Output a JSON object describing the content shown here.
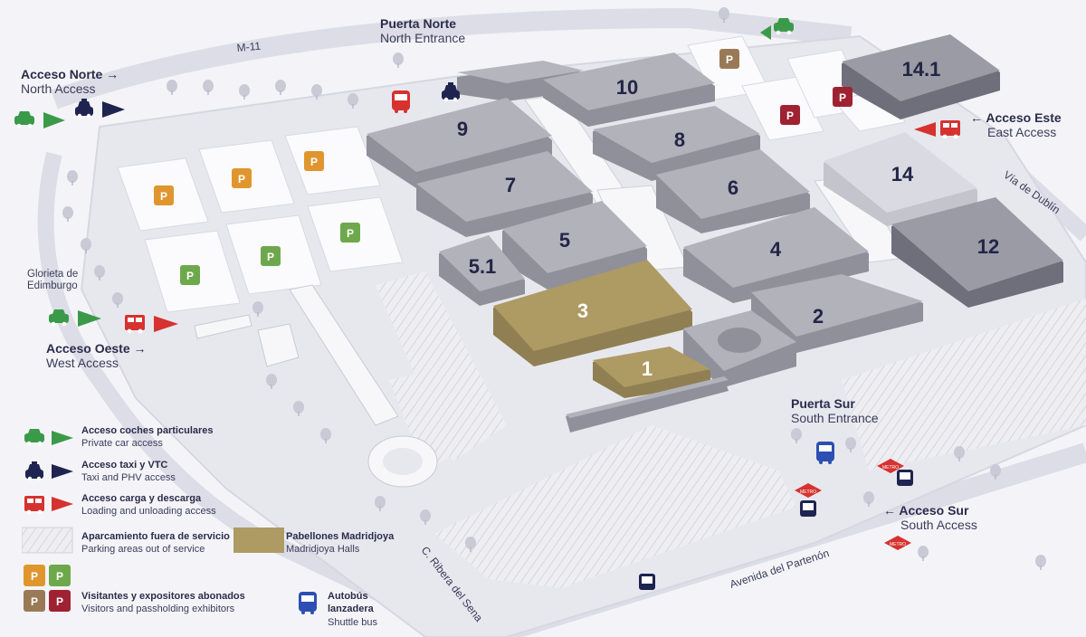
{
  "map": {
    "roads": {
      "m11": "M-11",
      "via_dublin": "Vía de Dublín",
      "ribera_sena": "C. Ribera del Sena",
      "av_partenon": "Avenida del Partenón"
    },
    "halls": [
      "1",
      "2",
      "3",
      "4",
      "5",
      "5.1",
      "6",
      "7",
      "8",
      "9",
      "10",
      "12",
      "14",
      "14.1"
    ],
    "parking_letter": "P",
    "metro_label": "METRO",
    "entrances": {
      "north_gate": {
        "title": "Puerta Norte",
        "subtitle": "North Entrance"
      },
      "south_gate": {
        "title": "Puerta Sur",
        "subtitle": "South Entrance"
      },
      "north_access": {
        "title": "Acceso Norte",
        "subtitle": "North Access",
        "arrow": "→"
      },
      "west_access": {
        "title": "Acceso Oeste",
        "subtitle": "West Access",
        "arrow": "→"
      },
      "east_access": {
        "title": "Acceso Este",
        "subtitle": "East Access",
        "arrow": "←"
      },
      "south_access": {
        "title": "Acceso Sur",
        "subtitle": "South Access",
        "arrow": "←"
      }
    },
    "roundabout": {
      "line1": "Glorieta de",
      "line2": "Edimburgo"
    }
  },
  "legend": {
    "private_car": {
      "title": "Acceso coches particulares",
      "subtitle": "Private car access"
    },
    "taxi": {
      "title": "Acceso taxi y VTC",
      "subtitle": "Taxi and PHV access"
    },
    "loading": {
      "title": "Acceso carga y descarga",
      "subtitle": "Loading and unloading access"
    },
    "parking_out": {
      "title": "Aparcamiento fuera de servicio",
      "subtitle": "Parking areas out of service"
    },
    "madridjoya": {
      "title": "Pabellones Madridjoya",
      "subtitle": "Madridjoya Halls"
    },
    "visitors": {
      "title": "Visitantes y expositores abonados",
      "subtitle": "Visitors and passholding exhibitors"
    },
    "shuttle": {
      "title": "Autobús lanzadera",
      "subtitle": "Shuttle bus"
    }
  },
  "colors": {
    "green": "#3a9a4a",
    "navy": "#1e2350",
    "red": "#d6322f",
    "gold": "#ae9a63",
    "p_orange": "#e0962e",
    "p_green": "#6ea84c",
    "p_brown": "#9a7a56",
    "p_darkred": "#9e2231",
    "shuttle_blue": "#2d4fb3"
  }
}
